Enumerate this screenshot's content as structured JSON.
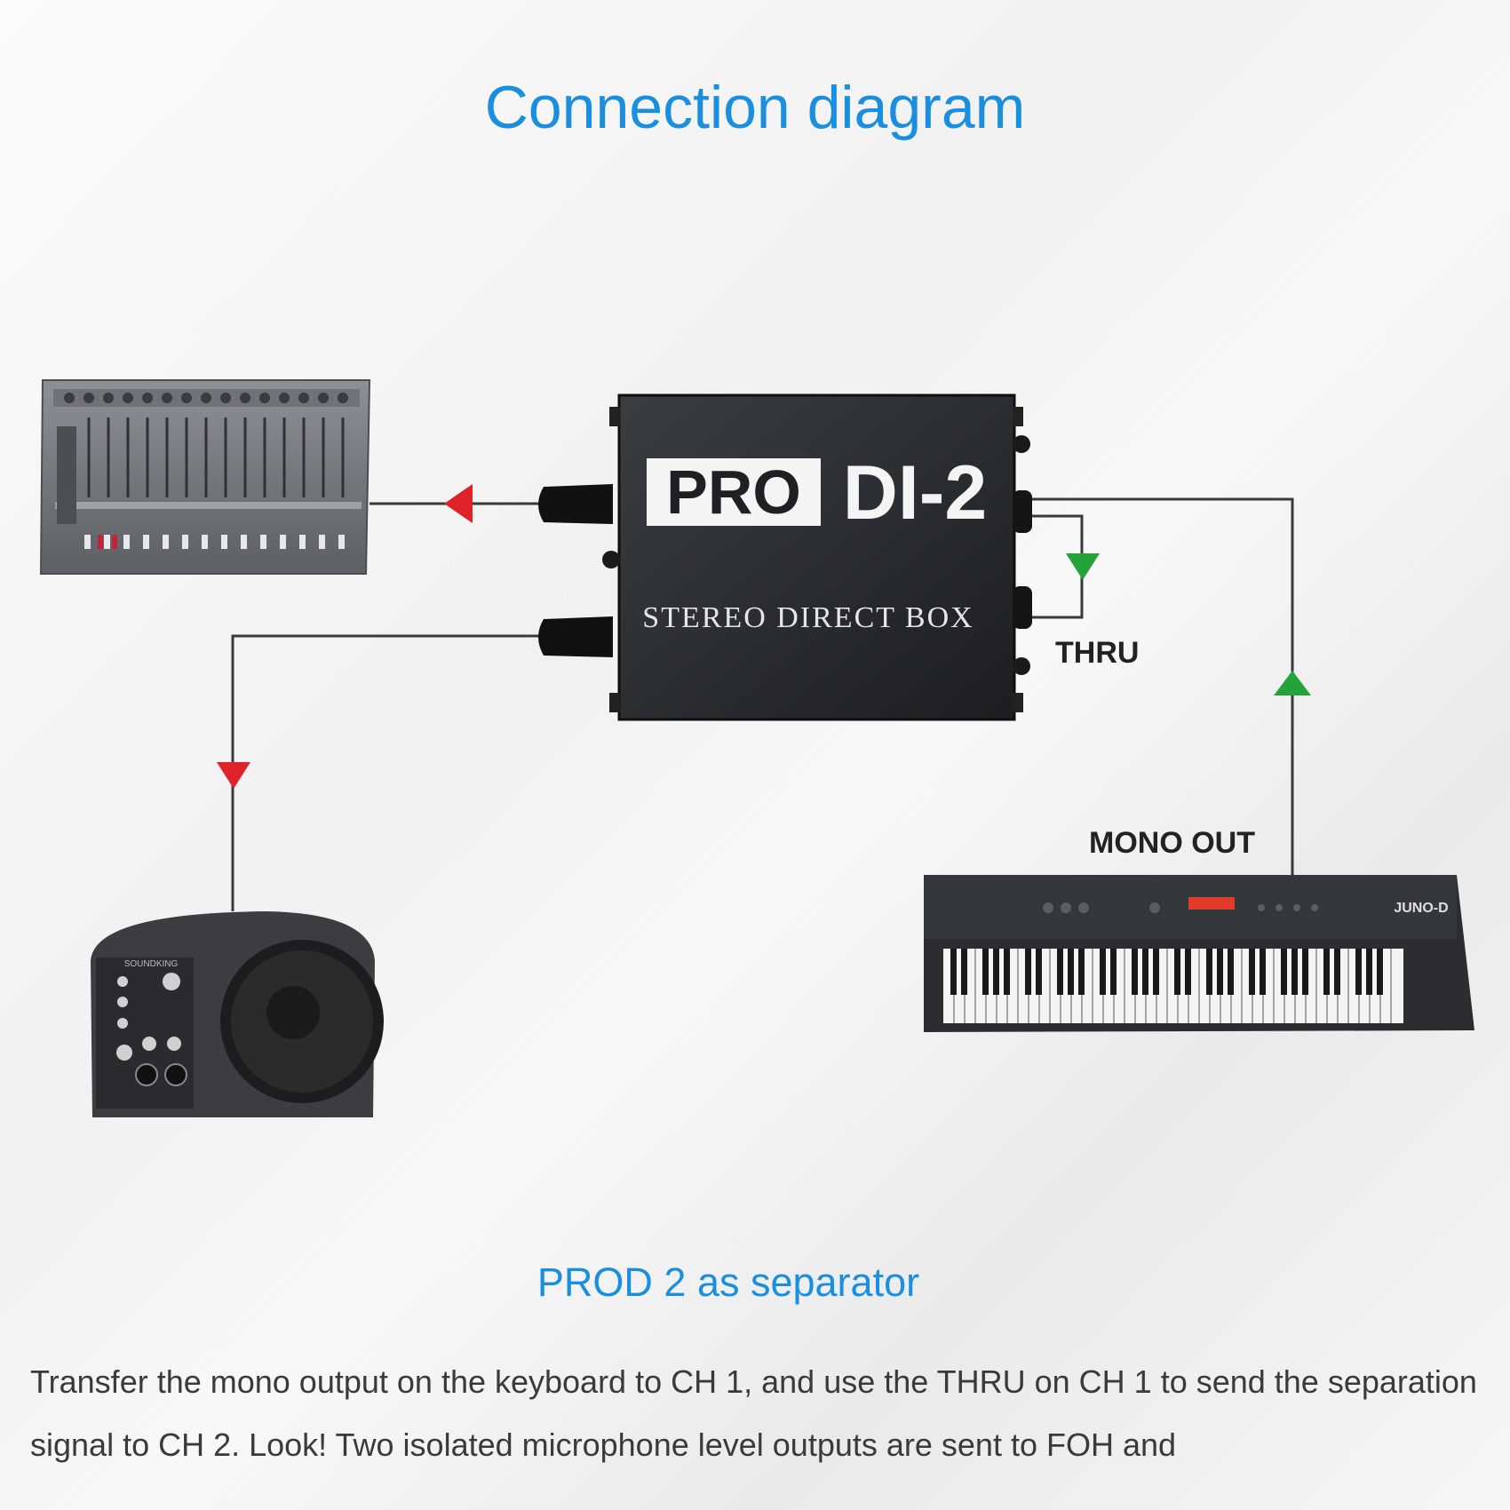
{
  "title": "Connection diagram",
  "device": {
    "brand_pro": "PRO",
    "brand_model": "DI-2",
    "subtitle": "STEREO DIRECT BOX"
  },
  "labels": {
    "thru": "THRU",
    "mono_out": "MONO OUT"
  },
  "speaker_brand": "SOUNDKING",
  "keyboard_brand": "JUNO-D",
  "section_title": "PROD 2 as separator",
  "description": "Transfer the mono output on the keyboard to CH 1, and use the THRU on CH 1 to send the separation signal to CH 2. Look! Two isolated microphone level outputs are sent to FOH and",
  "colors": {
    "accent": "#1a8fe0",
    "arrow_red": "#e0222a",
    "arrow_green": "#22a43a"
  }
}
